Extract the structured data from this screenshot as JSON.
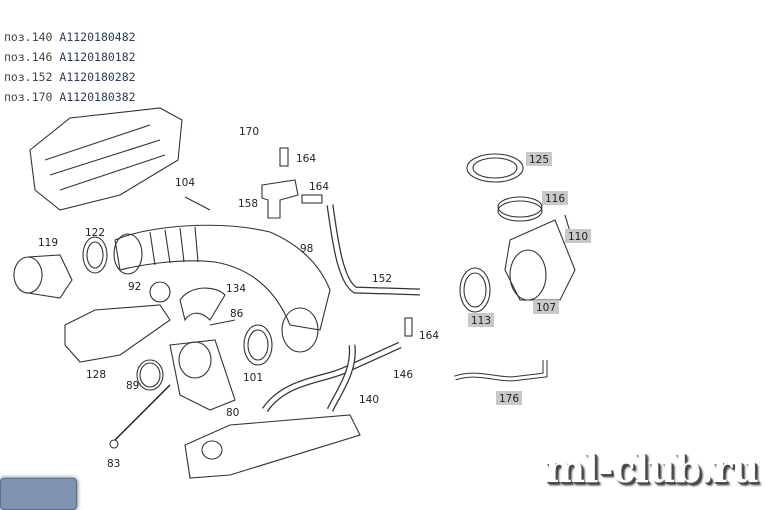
{
  "parts_list": [
    {
      "pos": "поз.140",
      "number": "A1120180482"
    },
    {
      "pos": "поз.146",
      "number": "A1120180182"
    },
    {
      "pos": "поз.152",
      "number": "A1120180282"
    },
    {
      "pos": "поз.170",
      "number": "A1120180382"
    }
  ],
  "diagram_labels": {
    "l170": "170",
    "l164a": "164",
    "l164b": "164",
    "l104": "104",
    "l158": "158",
    "l98": "98",
    "l122": "122",
    "l119": "119",
    "l92": "92",
    "l134": "134",
    "l152": "152",
    "l86": "86",
    "l128": "128",
    "l89": "89",
    "l101": "101",
    "l80": "80",
    "l146": "146",
    "l140": "140",
    "l164c": "164",
    "l83": "83",
    "l125": "125",
    "l116": "116",
    "l110": "110",
    "l113": "113",
    "l107": "107",
    "l176": "176"
  },
  "watermark": "ml-club.ru"
}
